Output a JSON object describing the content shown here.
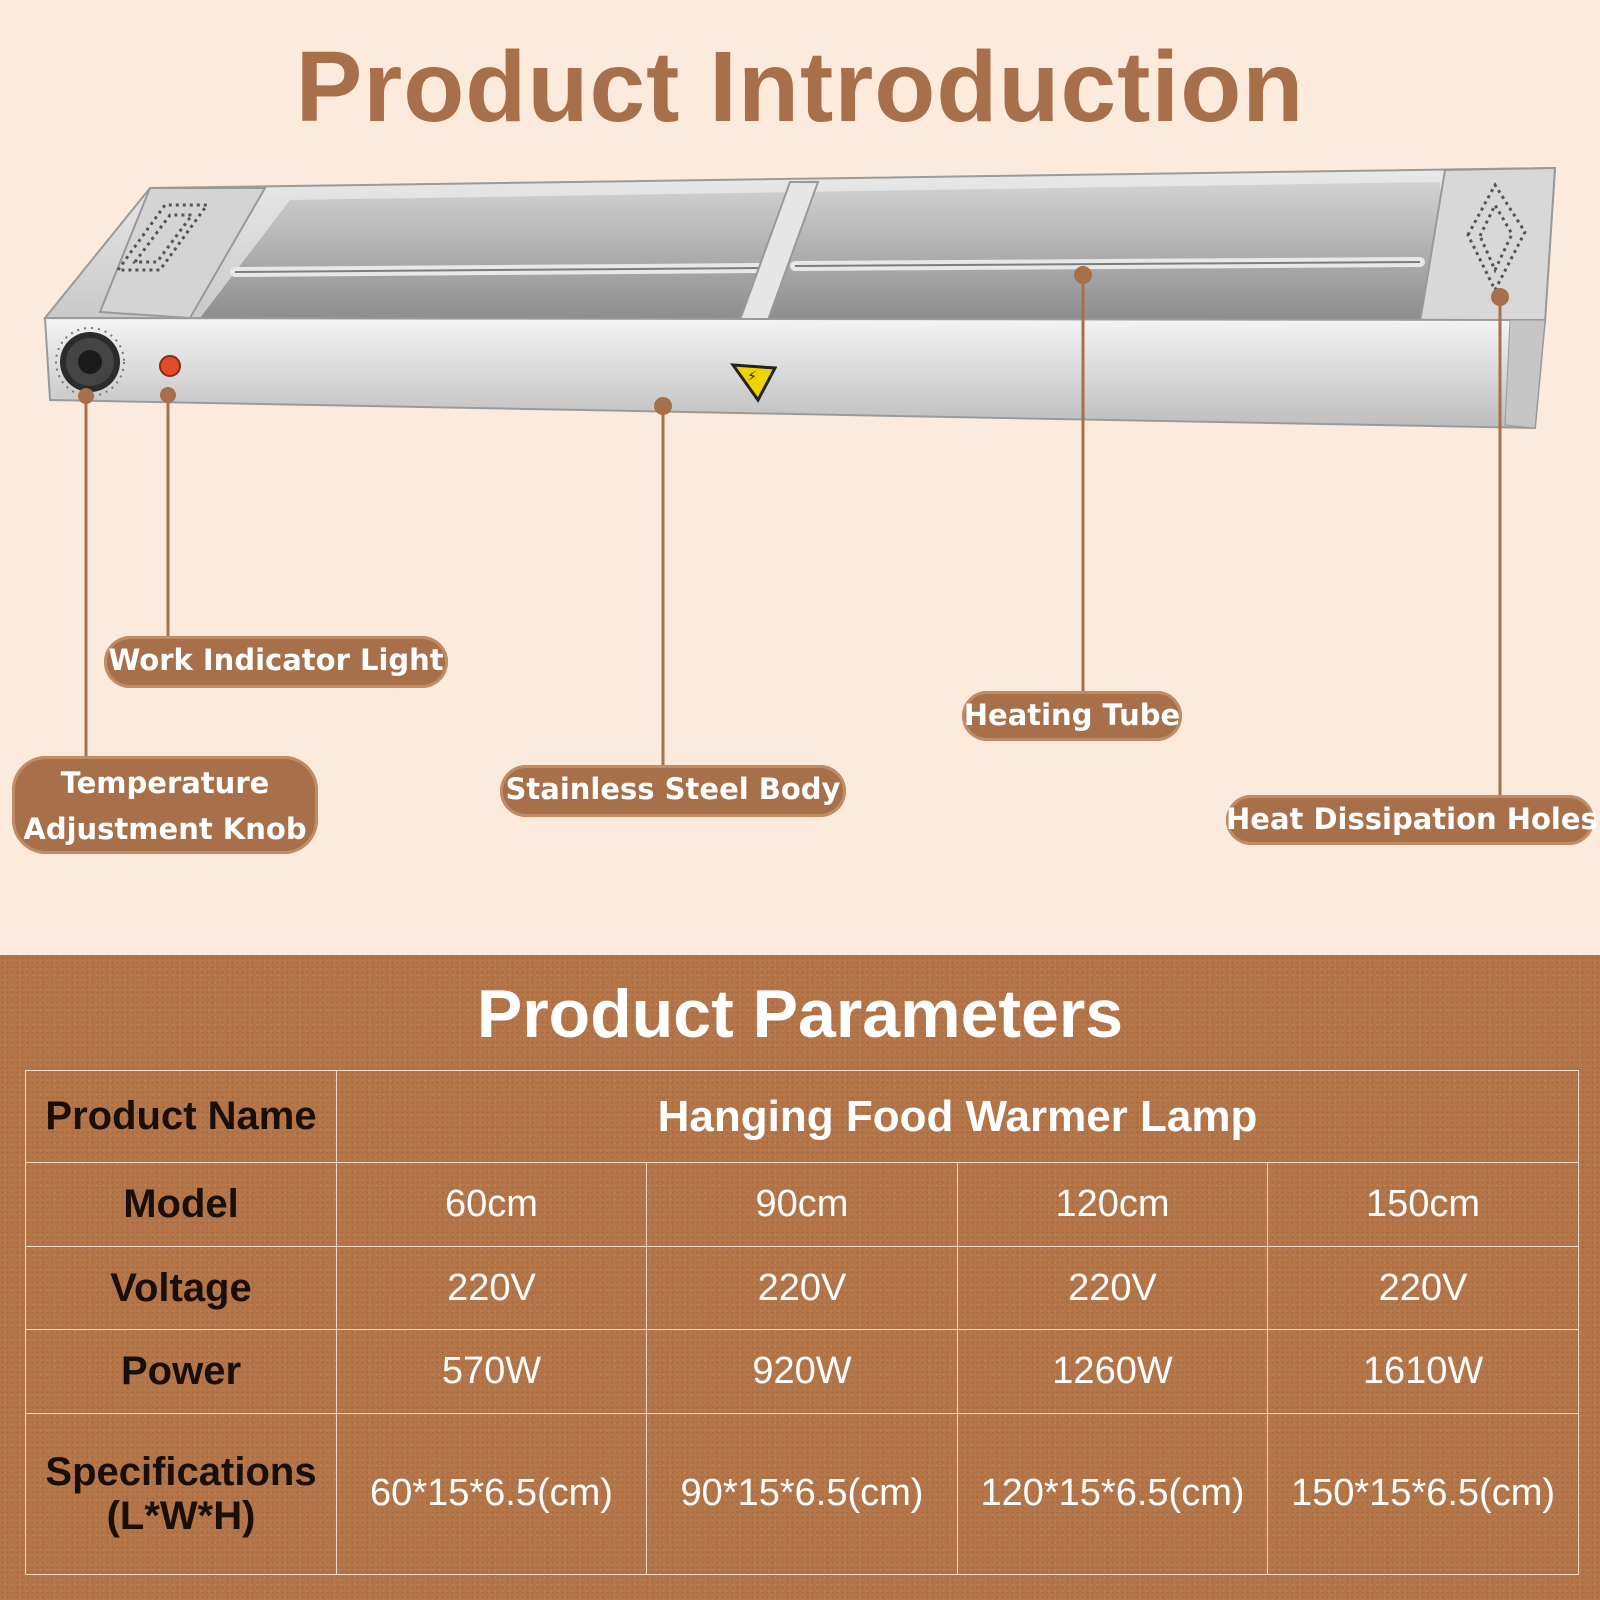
{
  "intro": {
    "title": "Product Introduction",
    "callouts": {
      "work_indicator_light": "Work Indicator Light",
      "temperature_knob_line1": "Temperature",
      "temperature_knob_line2": "Adjustment Knob",
      "stainless_steel_body": "Stainless Steel Body",
      "heating_tube": "Heating Tube",
      "heat_dissipation_holes": "Heat Dissipation Holes"
    }
  },
  "params": {
    "title": "Product Parameters",
    "product_name_label": "Product Name",
    "product_name_value": "Hanging Food Warmer Lamp",
    "rows": [
      {
        "label": "Model",
        "values": [
          "60cm",
          "90cm",
          "120cm",
          "150cm"
        ]
      },
      {
        "label": "Voltage",
        "values": [
          "220V",
          "220V",
          "220V",
          "220V"
        ]
      },
      {
        "label": "Power",
        "values": [
          "570W",
          "920W",
          "1260W",
          "1610W"
        ]
      }
    ],
    "spec_label_line1": "Specifications",
    "spec_label_line2": "(L*W*H)",
    "spec_values": [
      "60*15*6.5(cm)",
      "90*15*6.5(cm)",
      "120*15*6.5(cm)",
      "150*15*6.5(cm)"
    ]
  },
  "colors": {
    "background": "#fcebdd",
    "accent_brown": "#a8704a",
    "table_brown": "#b47549"
  }
}
